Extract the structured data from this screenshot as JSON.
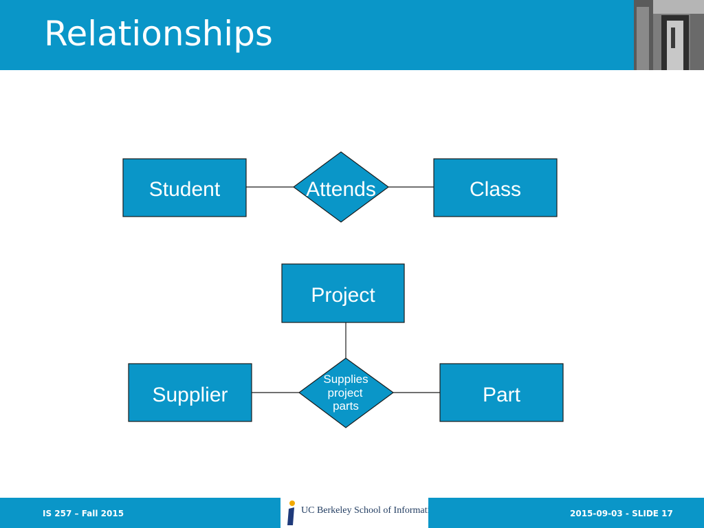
{
  "header": {
    "title": "Relationships"
  },
  "diagram": {
    "rel1": {
      "left_entity": "Student",
      "relationship": "Attends",
      "right_entity": "Class"
    },
    "rel2": {
      "top_entity": "Project",
      "relationship_lines": [
        "Supplies",
        "project",
        "parts"
      ],
      "left_entity": "Supplier",
      "right_entity": "Part"
    }
  },
  "footer": {
    "course": "IS 257 – Fall 2015",
    "logo_text": "UC Berkeley School of Information",
    "slide_info": "2015-09-03 - SLIDE 17"
  },
  "colors": {
    "primary": "#0a96c8",
    "shape_fill": "#0a96c8",
    "shape_stroke": "#1a1a1a"
  }
}
